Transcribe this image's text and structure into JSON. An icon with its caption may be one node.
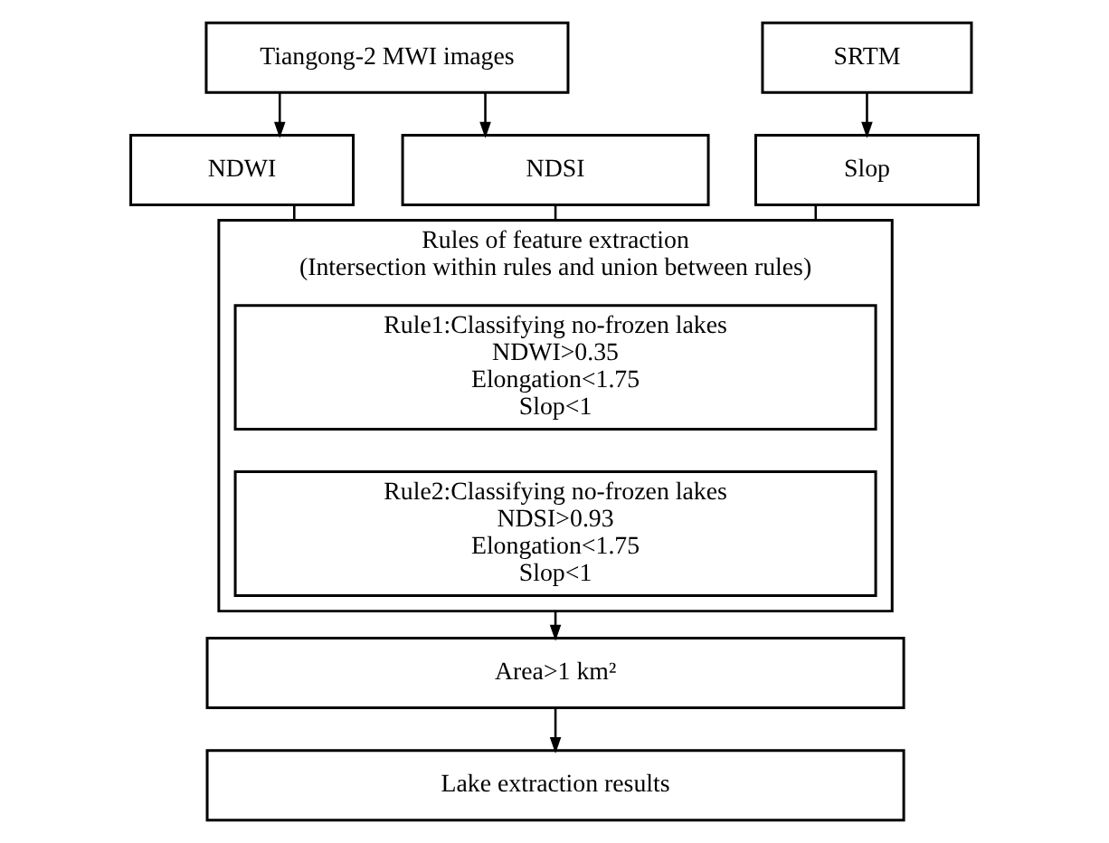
{
  "diagram": {
    "nodes": [
      {
        "text": [
          "Tiangong-2 MWI images"
        ]
      },
      {
        "text": [
          "SRTM"
        ]
      },
      {
        "text": [
          "NDWI"
        ]
      },
      {
        "text": [
          "NDSI"
        ]
      },
      {
        "text": [
          "Slop"
        ]
      },
      {
        "text": [
          "Rules of feature extraction",
          "(Intersection within rules and union between rules)"
        ]
      },
      {
        "text": [
          "Rule1:Classifying no-frozen lakes",
          "NDWI>0.35",
          "Elongation<1.75",
          "Slop<1"
        ],
        "in": 5
      },
      {
        "text": [
          "Rule2:Classifying no-frozen lakes",
          "NDSI>0.93",
          "Elongation<1.75",
          "Slop<1"
        ],
        "in": 5
      },
      {
        "text": [
          "Area>1 km²"
        ]
      },
      {
        "text": [
          "Lake extraction results"
        ]
      }
    ],
    "edges": [
      {
        "from": 0,
        "to": 2,
        "arrow": "to"
      },
      {
        "from": 0,
        "to": 3,
        "arrow": "to"
      },
      {
        "from": 1,
        "to": 4,
        "arrow": "to"
      },
      {
        "from": 2,
        "to": 5,
        "arrow": "none"
      },
      {
        "from": 3,
        "to": 5,
        "arrow": "none"
      },
      {
        "from": 4,
        "to": 5,
        "arrow": "none"
      },
      {
        "from": 5,
        "to": 8,
        "arrow": "to"
      },
      {
        "from": 8,
        "to": 9,
        "arrow": "to"
      }
    ]
  }
}
